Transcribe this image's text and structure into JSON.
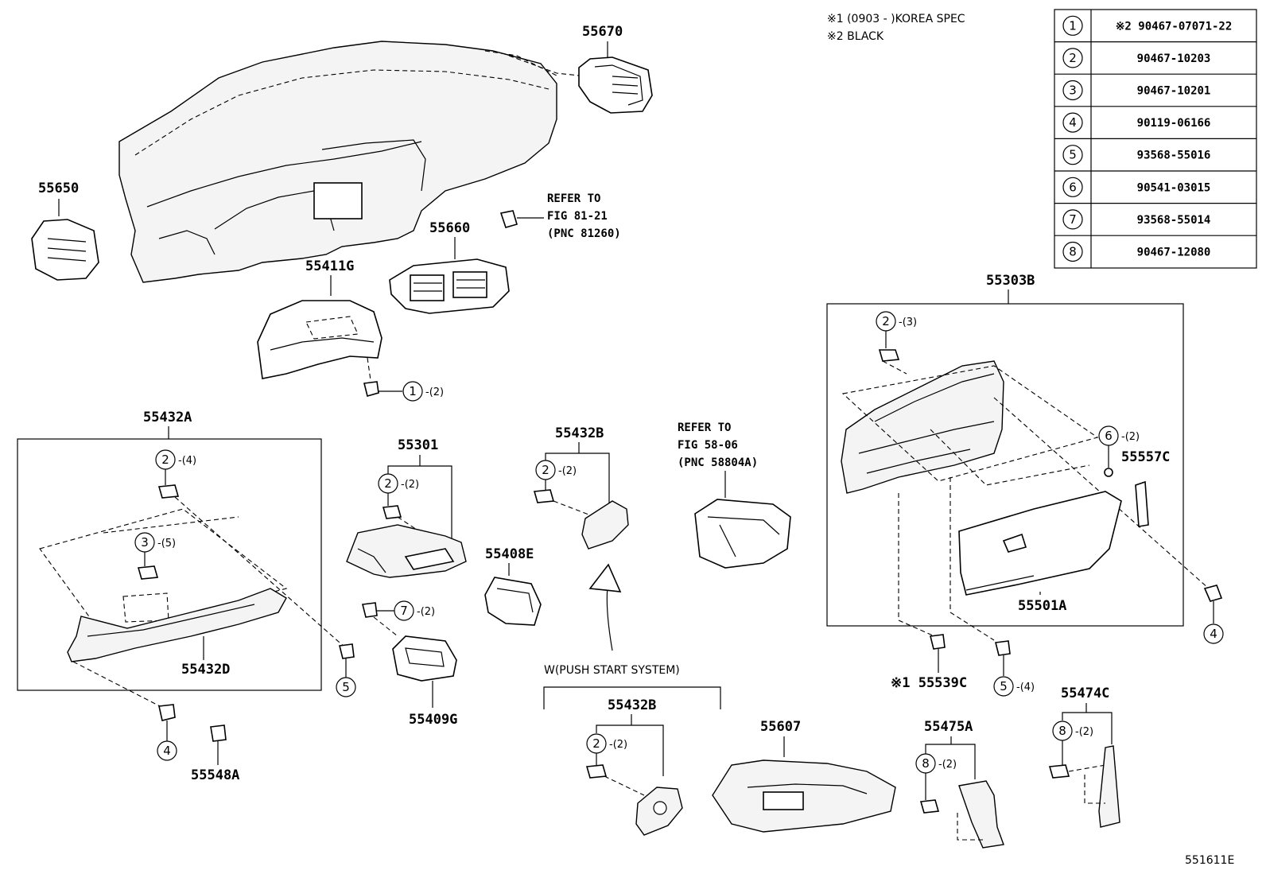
{
  "notes": {
    "note1": "※1 (0903 -        )KOREA SPEC",
    "note2": "※2 BLACK"
  },
  "parts_table": [
    {
      "num": "1",
      "part": "※2 90467-07071-22"
    },
    {
      "num": "2",
      "part": "90467-10203"
    },
    {
      "num": "3",
      "part": "90467-10201"
    },
    {
      "num": "4",
      "part": "90119-06166"
    },
    {
      "num": "5",
      "part": "93568-55016"
    },
    {
      "num": "6",
      "part": "90541-03015"
    },
    {
      "num": "7",
      "part": "93568-55014"
    },
    {
      "num": "8",
      "part": "90467-12080"
    }
  ],
  "labels": {
    "p55670": "55670",
    "p55650": "55650",
    "p55660": "55660",
    "p55411G": "55411G",
    "p55303B": "55303B",
    "p55432A": "55432A",
    "p55432D": "55432D",
    "p55301": "55301",
    "p55432B_top": "55432B",
    "p55408E": "55408E",
    "p55409G": "55409G",
    "p55548A": "55548A",
    "p55501A": "55501A",
    "p55557C": "55557C",
    "p55539C": "※1 55539C",
    "p55432B_bottom": "55432B",
    "p55607": "55607",
    "p55475A": "55475A",
    "p55474C": "55474C",
    "push_start": "W(PUSH START SYSTEM)",
    "figure_code": "551611E"
  },
  "refs": {
    "ref1": [
      "REFER TO",
      "FIG 81-21",
      "(PNC 81260)"
    ],
    "ref2": [
      "REFER TO",
      "FIG 58-06",
      "(PNC 58804A)"
    ]
  },
  "callouts": {
    "c1_2": {
      "num": "1",
      "qty": "-(2)"
    },
    "c2_3": {
      "num": "2",
      "qty": "-(3)"
    },
    "c6_2": {
      "num": "6",
      "qty": "-(2)"
    },
    "c2_4": {
      "num": "2",
      "qty": "-(4)"
    },
    "c3_5": {
      "num": "3",
      "qty": "-(5)"
    },
    "c2_2a": {
      "num": "2",
      "qty": "-(2)"
    },
    "c2_2b": {
      "num": "2",
      "qty": "-(2)"
    },
    "c7_2": {
      "num": "7",
      "qty": "-(2)"
    },
    "c5_4": {
      "num": "5",
      "qty": "-(4)"
    },
    "c2_2c": {
      "num": "2",
      "qty": "-(2)"
    },
    "c8_2a": {
      "num": "8",
      "qty": "-(2)"
    },
    "c8_2b": {
      "num": "8",
      "qty": "-(2)"
    },
    "c5": {
      "num": "5"
    },
    "c4a": {
      "num": "4"
    },
    "c4b": {
      "num": "4"
    }
  }
}
